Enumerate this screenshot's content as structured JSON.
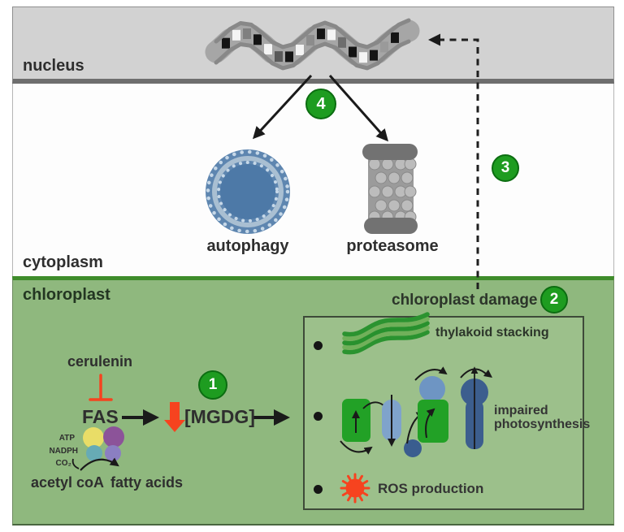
{
  "regions": {
    "nucleus": "nucleus",
    "cytoplasm": "cytoplasm",
    "chloroplast": "chloroplast"
  },
  "steps": {
    "1": "1",
    "2": "2",
    "3": "3",
    "4": "4"
  },
  "degradation": {
    "autophagy": "autophagy",
    "proteasome": "proteasome"
  },
  "fas_pathway": {
    "inhibitor": "cerulenin",
    "enzyme": "FAS",
    "lipid": "[MGDG]",
    "cofactor_atp": "ATP",
    "cofactor_nadph": "NADPH",
    "cofactor_co2": "CO₂",
    "substrate": "acetyl coA",
    "product": "fatty acids"
  },
  "damage_panel": {
    "title": "chloroplast damage",
    "thylakoid": "thylakoid stacking",
    "photosynthesis": "impaired photosynthesis",
    "ros": "ROS production"
  },
  "colors": {
    "step_green": "#1e9c20",
    "alert_red": "#f6431f",
    "chloroplast_green": "#8fb87e",
    "nucleus_gray": "#d2d2d2",
    "autophagy_blue": "#4d79a7",
    "proteasome_gray": "#9b9b9b",
    "thylakoid_green": "#2b9330",
    "photosystem_green": "#22a126",
    "electron_carrier_blue": "#7fa3cb",
    "atp_synthase_blue": "#3c5e8e"
  }
}
